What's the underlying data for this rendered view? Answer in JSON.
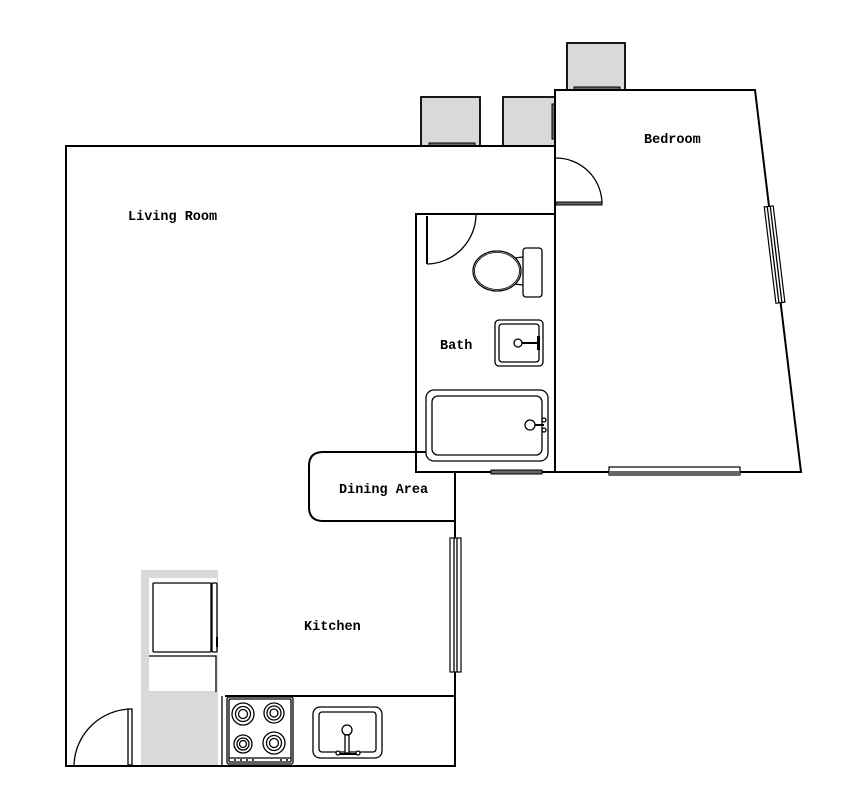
{
  "plan": {
    "rooms": [
      {
        "id": "living-room",
        "label": "Living Room"
      },
      {
        "id": "bedroom",
        "label": "Bedroom"
      },
      {
        "id": "bath",
        "label": "Bath"
      },
      {
        "id": "dining-area",
        "label": "Dining Area"
      },
      {
        "id": "kitchen",
        "label": "Kitchen"
      }
    ],
    "fixtures": {
      "bath": [
        "toilet",
        "sink",
        "bathtub"
      ],
      "kitchen": [
        "refrigerator",
        "stove-4-burner",
        "kitchen-sink",
        "counter"
      ],
      "exterior": [
        "balcony-unit-1",
        "balcony-unit-2",
        "balcony-unit-3"
      ]
    },
    "colors": {
      "wall": "#000000",
      "background": "#ffffff",
      "fill_gray": "#d9d9d9",
      "window_bar": "#666666"
    }
  }
}
